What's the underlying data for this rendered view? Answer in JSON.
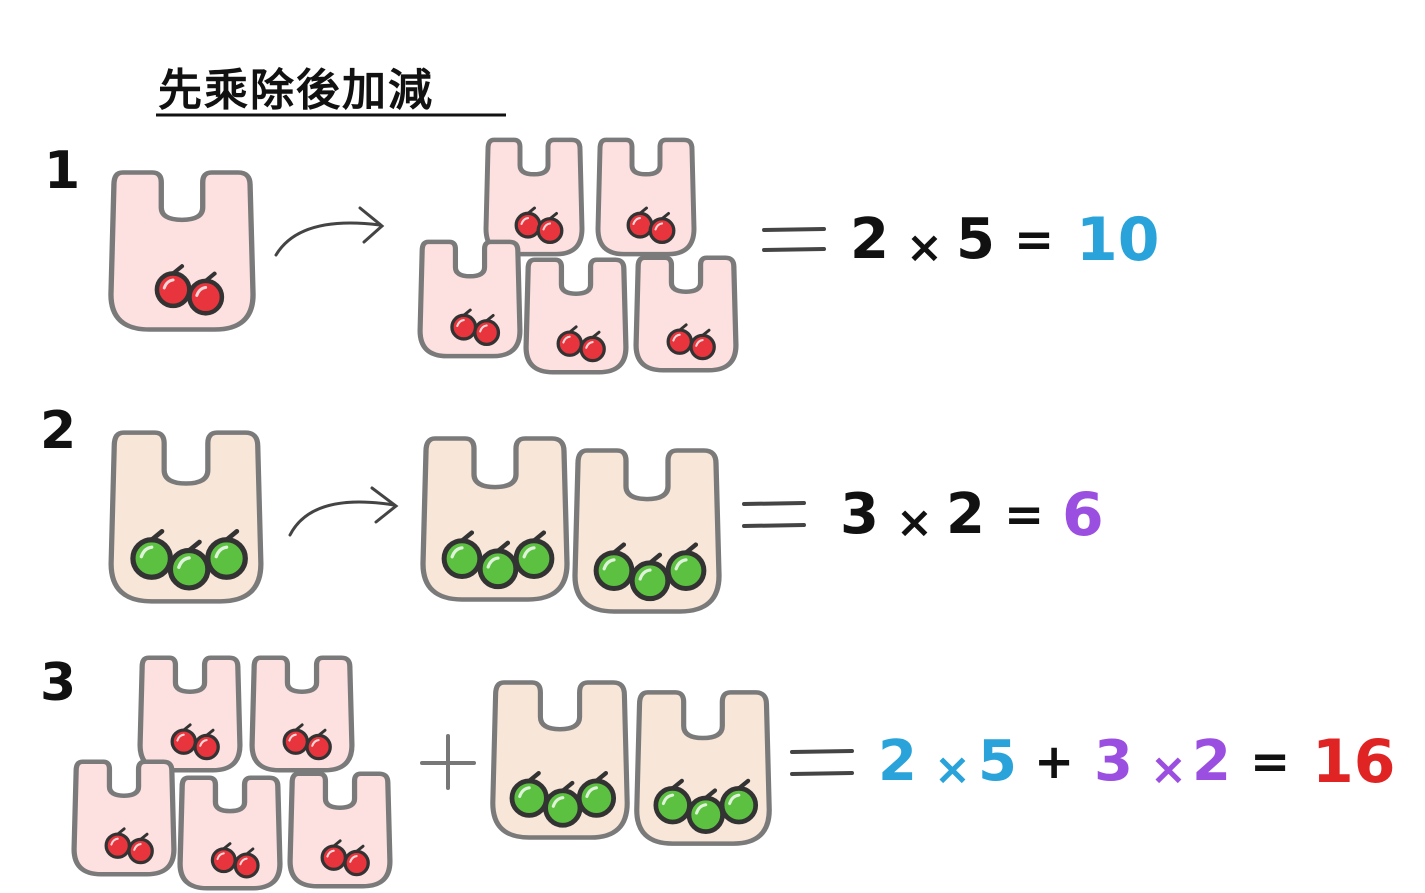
{
  "title": "先乘除後加減",
  "colors": {
    "red_bag_fill": "#fde0e0",
    "green_bag_fill": "#f8e6d8",
    "bag_stroke": "#7a7a7a",
    "red_apple": "#e8343c",
    "green_apple": "#5cc040",
    "apple_stroke": "#333333",
    "blue": "#29a3d9",
    "purple": "#9b4fe0",
    "red": "#e02424",
    "black": "#111111"
  },
  "rows": [
    {
      "index": "1",
      "equation": {
        "eq_sign": "=",
        "a": "2",
        "times": "×",
        "b": "5",
        "eq": "=",
        "result": "10"
      }
    },
    {
      "index": "2",
      "equation": {
        "eq_sign": "=",
        "a": "3",
        "times": "×",
        "b": "2",
        "eq": "=",
        "result": "6"
      }
    },
    {
      "index": "3",
      "plus": "+",
      "equation": {
        "eq_sign": "=",
        "a": "2",
        "times1": "×",
        "b": "5",
        "plus": "+",
        "c": "3",
        "times2": "×",
        "d": "2",
        "eq": "=",
        "result": "16"
      }
    }
  ]
}
